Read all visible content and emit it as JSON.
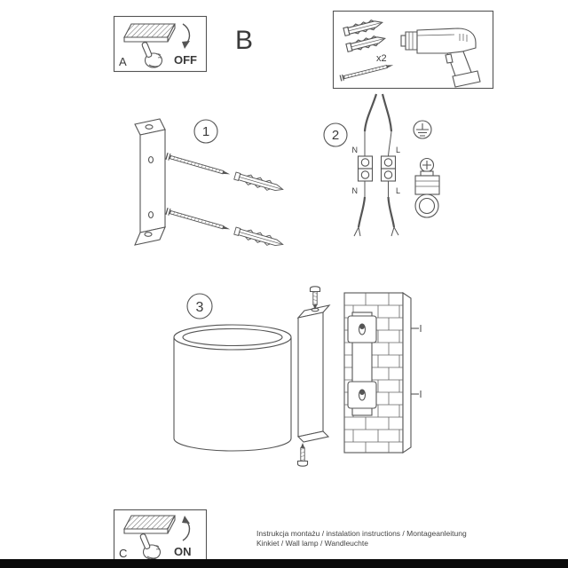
{
  "colors": {
    "line": "#555555",
    "text": "#3a3a3a",
    "bottom_bar": "#0a0a0a",
    "background": "#ffffff"
  },
  "panel_a": {
    "label": "A",
    "state": "OFF"
  },
  "panel_b": {
    "label": "B"
  },
  "tools_box": {
    "anchor_count": "x2"
  },
  "steps": {
    "one": "1",
    "two": "2",
    "three": "3"
  },
  "wiring": {
    "top_left": "N",
    "top_right": "L",
    "bottom_left": "N",
    "bottom_right": "L"
  },
  "panel_c": {
    "label": "C",
    "state": "ON"
  },
  "footer": {
    "line1": "Instrukcja montażu / instalation instructions / Montageanleitung",
    "line2": "Kinkiet / Wall lamp / Wandleuchte"
  }
}
